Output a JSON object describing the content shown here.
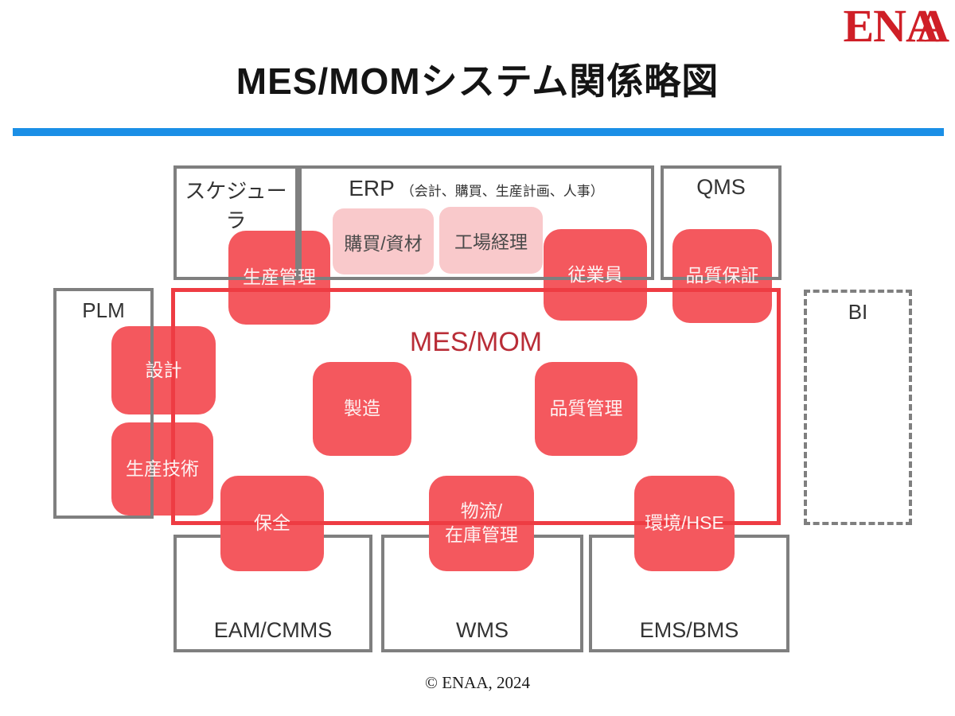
{
  "header": {
    "title": "MES/MOMシステム関係略図",
    "logo": {
      "prefix": "EN",
      "a1": "A",
      "a2": "A"
    }
  },
  "diagram": {
    "systems": {
      "scheduler": {
        "label": "スケジューラ"
      },
      "erp": {
        "label": "ERP",
        "detail": "（会計、購買、生産計画、人事）",
        "sub_functions": {
          "procurement": "購買/資材",
          "factory_accounting": "工場経理"
        }
      },
      "qms": {
        "label": "QMS"
      },
      "plm": {
        "label": "PLM"
      },
      "bi": {
        "label": "BI"
      },
      "mes_mom": {
        "label": "MES/MOM"
      },
      "eam": {
        "label": "EAM/CMMS"
      },
      "wms": {
        "label": "WMS"
      },
      "ems": {
        "label": "EMS/BMS"
      }
    },
    "mes_functions": {
      "production_control": "生産管理",
      "employees": "従業員",
      "quality_assurance": "品質保証",
      "design": "設計",
      "production_engineering": "生産技術",
      "manufacturing": "製造",
      "quality_control": "品質管理",
      "maintenance": "保全",
      "logistics_line1": "物流/",
      "logistics_line2": "在庫管理",
      "environment_hse": "環境/HSE"
    }
  },
  "colors": {
    "accent_blue": "#1b8fe6",
    "node_red": "#f4585e",
    "node_pink": "#f9c9cb",
    "outline_gray": "#7f7f7f",
    "mes_frame_red": "#ee3c43",
    "mes_title_red": "#b92d37",
    "logo_red": "#cf1f27"
  },
  "footer": {
    "copyright": "© ENAA, 2024"
  }
}
